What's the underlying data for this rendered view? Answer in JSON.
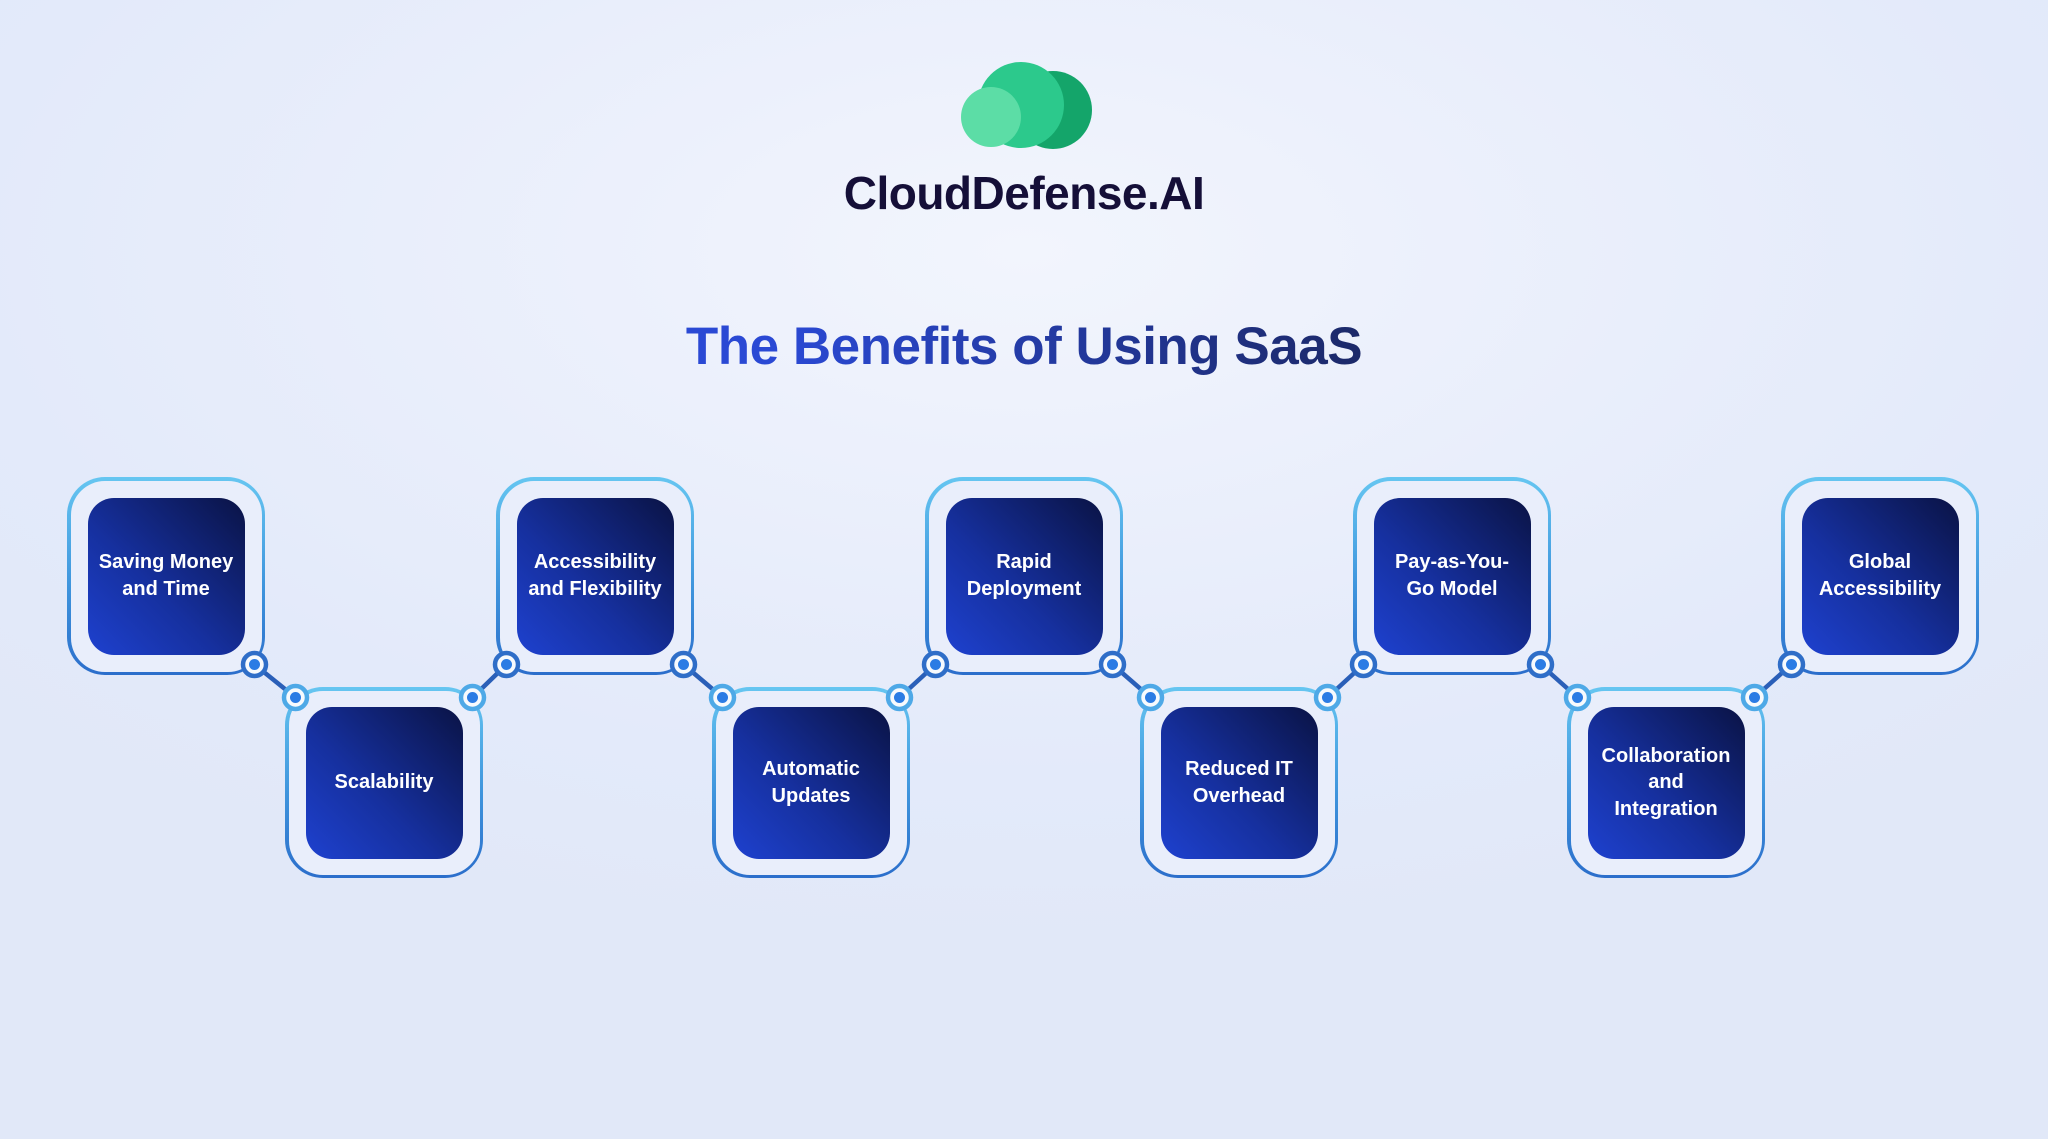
{
  "logo": {
    "brand": "CloudDefense.AI",
    "cloud_colors": {
      "left": "#5cdda6",
      "middle": "#2cc98c",
      "right": "#14a56a"
    },
    "brand_color": "#150f38"
  },
  "title": {
    "text": "The Benefits of Using SaaS",
    "gradient_start": "#2a49d4",
    "gradient_end": "#1b2763"
  },
  "benefits": [
    {
      "label": "Saving Money and Time",
      "row": "top"
    },
    {
      "label": "Scalability",
      "row": "bottom"
    },
    {
      "label": "Accessibility and Flexibility",
      "row": "top"
    },
    {
      "label": "Automatic Updates",
      "row": "bottom"
    },
    {
      "label": "Rapid Deployment",
      "row": "top"
    },
    {
      "label": "Reduced IT Overhead",
      "row": "bottom"
    },
    {
      "label": "Pay-as-You-Go Model",
      "row": "top"
    },
    {
      "label": "Collaboration and Integration",
      "row": "bottom"
    },
    {
      "label": "Global Accessibility",
      "row": "top"
    }
  ],
  "colors": {
    "page_background": "#e6ecfa",
    "card_border_top": "#66c6f1",
    "card_border_bottom": "#2b6ecb",
    "square_gradient_start": "#1e41cf",
    "square_gradient_end": "#0a1345",
    "square_text": "#ffffff",
    "connector_ring_dark": "#2f6ec8",
    "connector_ring_light": "#4ea9e7",
    "connector_dot": "#2b7ce4",
    "connector_line": "#2a5fb8"
  }
}
